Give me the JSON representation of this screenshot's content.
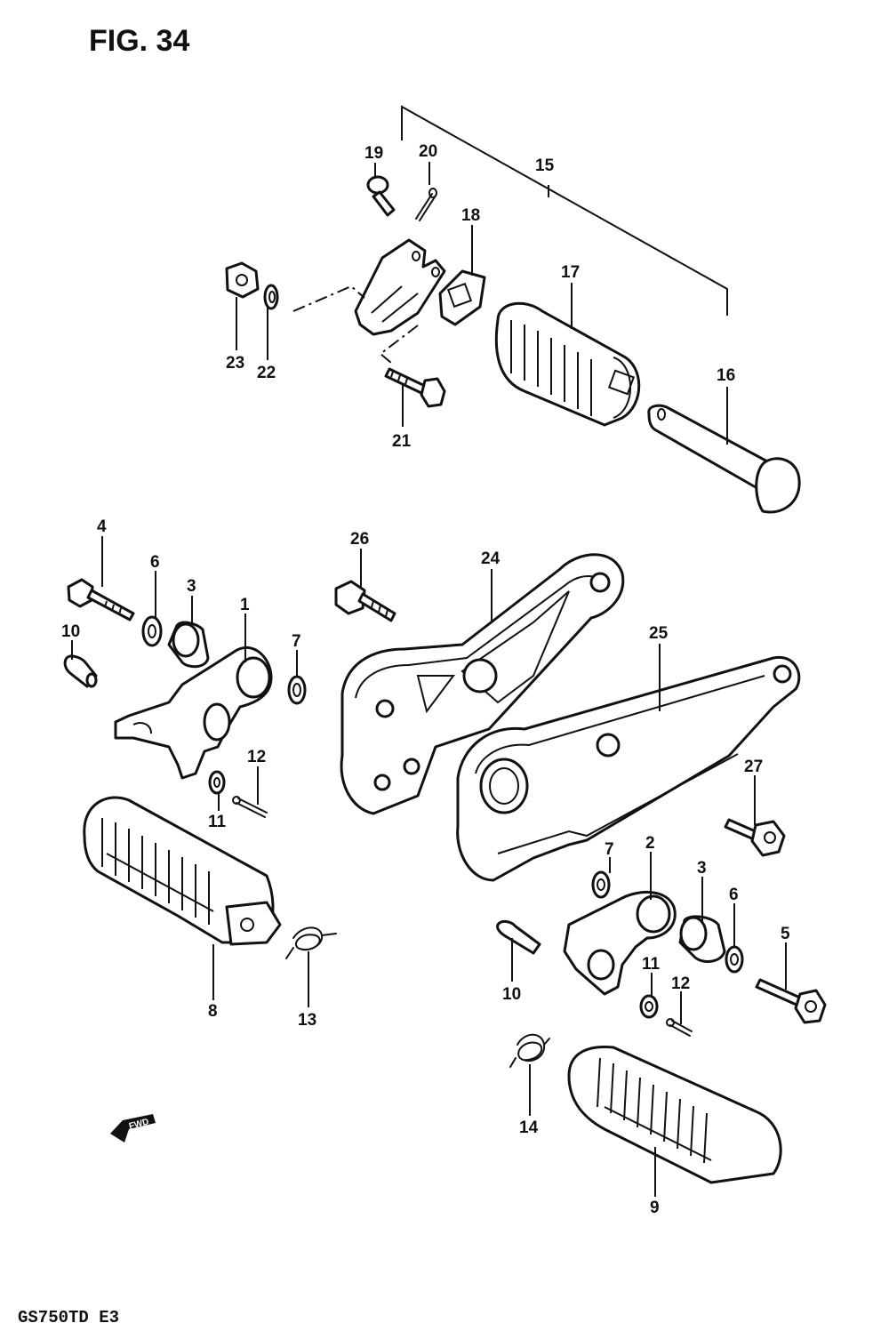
{
  "figure": {
    "title": "FIG. 34",
    "model_code": "GS750TD  E3",
    "direction_marker": "FWD"
  },
  "callouts": {
    "c1": "1",
    "c2": "2",
    "c3a": "3",
    "c3b": "3",
    "c4": "4",
    "c5": "5",
    "c6a": "6",
    "c6b": "6",
    "c7a": "7",
    "c7b": "7",
    "c8": "8",
    "c9": "9",
    "c10a": "10",
    "c10b": "10",
    "c11a": "11",
    "c11b": "11",
    "c12a": "12",
    "c12b": "12",
    "c13": "13",
    "c14": "14",
    "c15": "15",
    "c16": "16",
    "c17": "17",
    "c18": "18",
    "c19": "19",
    "c20": "20",
    "c21": "21",
    "c22": "22",
    "c23": "23",
    "c24": "24",
    "c25": "25",
    "c26": "26",
    "c27": "27"
  }
}
